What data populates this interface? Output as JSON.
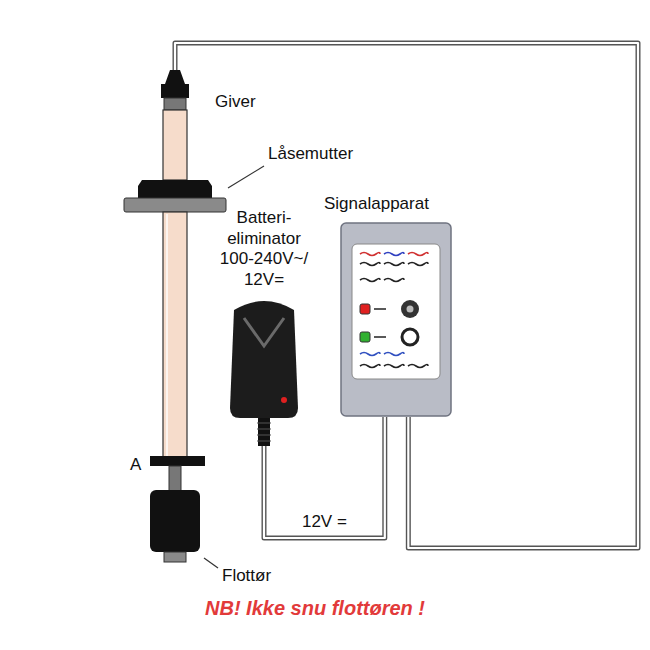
{
  "diagram": {
    "nodes": [
      {
        "text": [
          "Giver"
        ]
      },
      {
        "text": [
          "Batteri- eliminator 100-240V~/ 12V="
        ]
      },
      {
        "text": [
          "Signalapparat"
        ]
      }
    ],
    "edges": [
      {
        "from": 0,
        "to": 2,
        "arrow": "none"
      },
      {
        "from": 1,
        "to": 2,
        "label": "12V =",
        "arrow": "none"
      }
    ],
    "labels": [
      "Låsemutter",
      "A",
      "Flottør",
      "NB!  Ikke snu flottøren !"
    ]
  }
}
